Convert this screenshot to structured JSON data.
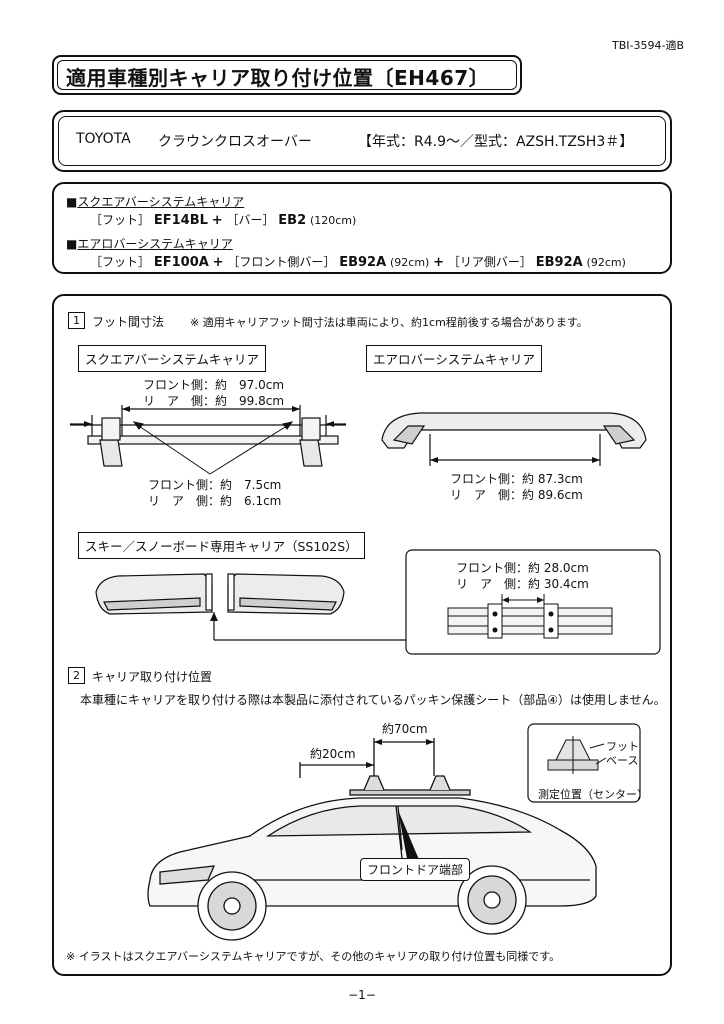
{
  "doc_id": "TBI-3594-適B",
  "title": "適用車種別キャリア取り付け位置〔EH467〕",
  "vehicle": {
    "make": "TOYOTA",
    "model": "クラウンクロスオーバー",
    "spec": "【年式：R4.9〜／型式：AZSH.TZSH3＃】"
  },
  "carriers": {
    "square": {
      "label": "スクエアバーシステムキャリア",
      "foot_bracket": "［フット］",
      "foot_code": "EF14BL",
      "plus": "+",
      "bar_bracket": "［バー］",
      "bar_code": "EB2",
      "bar_len": "(120cm)"
    },
    "aero": {
      "label": "エアロバーシステムキャリア",
      "foot_bracket": "［フット］",
      "foot_code": "EF100A",
      "plus1": "+",
      "front_bracket": "［フロント側バー］",
      "front_code": "EB92A",
      "front_len": "(92cm)",
      "plus2": "+",
      "rear_bracket": "［リア側バー］",
      "rear_code": "EB92A",
      "rear_len": "(92cm)"
    }
  },
  "section1": {
    "num": "1",
    "title": "フット間寸法",
    "note": "※ 適用キャリアフット間寸法は車両により、約1cm程前後する場合があります。",
    "square": {
      "label": "スクエアバーシステムキャリア",
      "outer_front": "フロント側：約　97.0cm",
      "outer_rear": "リ　ア　側：約　99.8cm",
      "inner_front": "フロント側：約　7.5cm",
      "inner_rear": "リ　ア　側：約　6.1cm"
    },
    "aero": {
      "label": "エアロバーシステムキャリア",
      "front": "フロント側：約 87.3cm",
      "rear": "リ　ア　側：約 89.6cm"
    },
    "ski": {
      "label": "スキー／スノーボード専用キャリア（SS102S）",
      "front": "フロント側：約 28.0cm",
      "rear": "リ　ア　側：約 30.4cm"
    }
  },
  "section2": {
    "num": "2",
    "title": "キャリア取り付け位置",
    "note": "本車種にキャリアを取り付ける際は本製品に添付されているパッキン保護シート（部品④）は使用しません。",
    "dim_70": "約70cm",
    "dim_20": "約20cm",
    "door_label": "フロントドア端部",
    "foot_label": "フット",
    "base_label": "ベース",
    "measure_label": "測定位置（センター）",
    "footnote": "※ イラストはスクエアバーシステムキャリアですが、その他のキャリアの取り付け位置も同様です。"
  },
  "page_number": "−1−"
}
